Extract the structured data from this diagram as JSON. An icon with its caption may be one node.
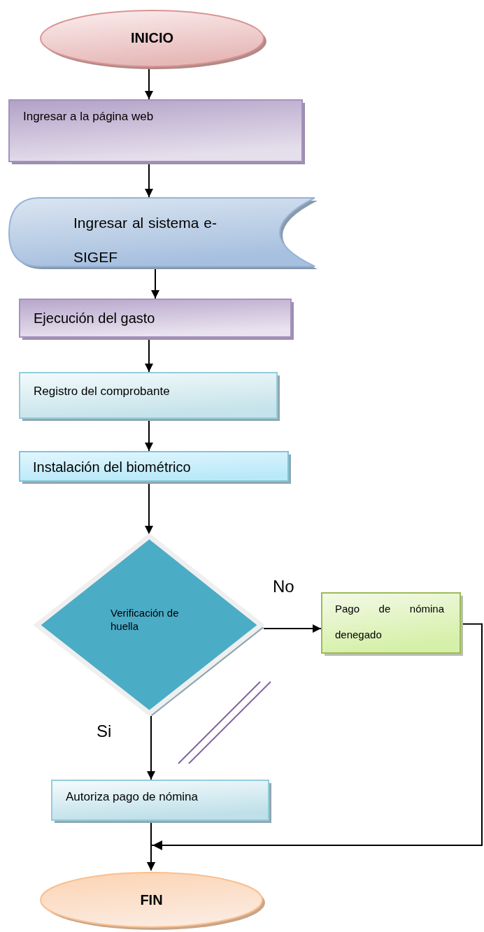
{
  "diagram": {
    "nodes": [
      {
        "text": [
          "INICIO"
        ]
      },
      {
        "text": [
          "Ingresar a la página web"
        ]
      },
      {
        "text": [
          "Ingresar al sistema e-SIGEF"
        ]
      },
      {
        "text": [
          "Ejecución del gasto"
        ]
      },
      {
        "text": [
          "Registro del comprobante"
        ]
      },
      {
        "text": [
          "Instalación del biométrico"
        ]
      },
      {
        "text": [
          "Verificación de huella"
        ]
      },
      {
        "text": [
          "Pago de nómina denegado"
        ]
      },
      {
        "text": [
          "Autoriza pago de nómina"
        ]
      },
      {
        "text": [
          "FIN"
        ]
      }
    ],
    "edges": [
      {
        "from": 0,
        "to": 1,
        "arrow": "to"
      },
      {
        "from": 1,
        "to": 2,
        "arrow": "to"
      },
      {
        "from": 2,
        "to": 3,
        "arrow": "to"
      },
      {
        "from": 3,
        "to": 4,
        "arrow": "to"
      },
      {
        "from": 4,
        "to": 5,
        "arrow": "to"
      },
      {
        "from": 5,
        "to": 6,
        "arrow": "to"
      },
      {
        "from": 6,
        "to": 7,
        "arrow": "to",
        "label": "No"
      },
      {
        "from": 6,
        "to": 8,
        "arrow": "to",
        "label": "Si"
      },
      {
        "from": 8,
        "to": 9,
        "arrow": "to"
      },
      {
        "from": 7,
        "to": 9,
        "arrow": "to"
      }
    ]
  }
}
